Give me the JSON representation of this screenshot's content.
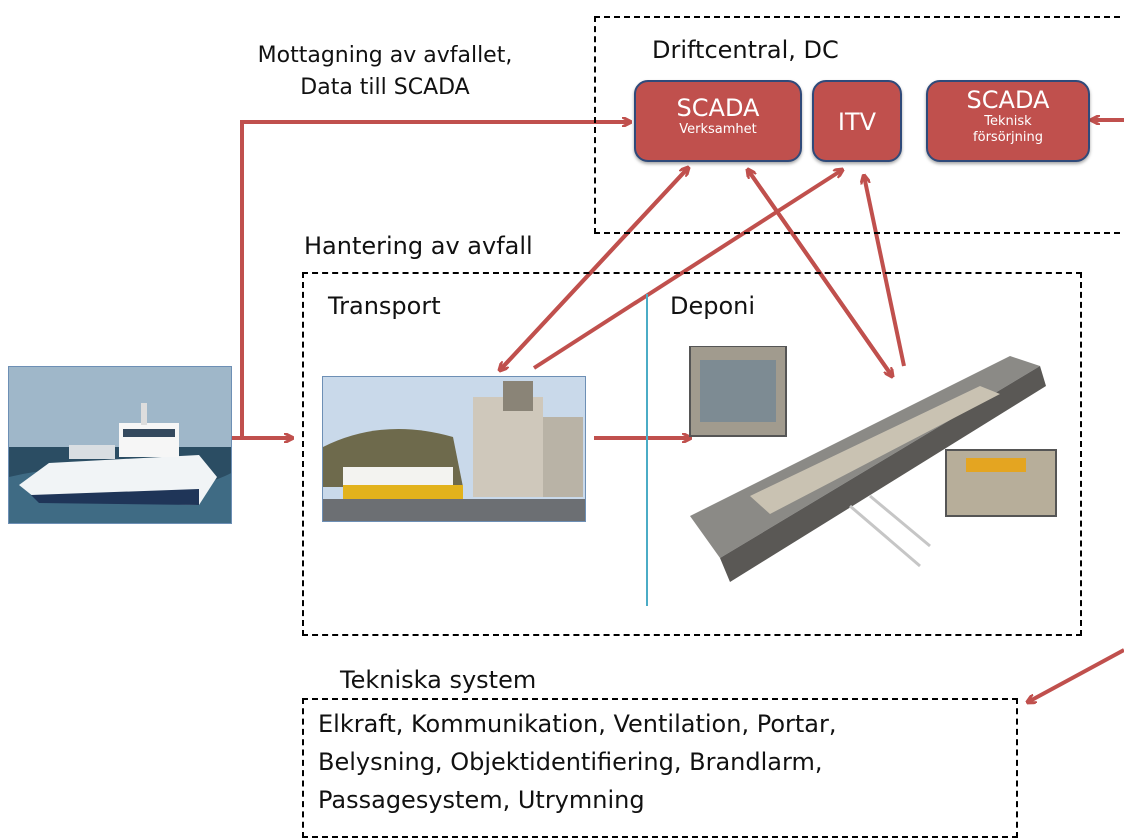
{
  "top_label": {
    "line1": "Mottagning av avfallet,",
    "line2": "Data till SCADA"
  },
  "driftcentral": {
    "title": "Driftcentral, DC",
    "scada_verksamhet": {
      "title": "SCADA",
      "subtitle": "Verksamhet"
    },
    "itv": {
      "title": "ITV"
    },
    "scada_teknisk": {
      "title": "SCADA",
      "subtitle_line1": "Teknisk",
      "subtitle_line2": "försörjning"
    }
  },
  "hantering": {
    "title": "Hantering av avfall",
    "transport": "Transport",
    "deponi": "Deponi"
  },
  "tekniska": {
    "title": "Tekniska system",
    "line1": "Elkraft, Kommunikation, Ventilation, Portar,",
    "line2": "Belysning, Objektidentifiering, Brandlarm,",
    "line3": "Passagesystem, Utrymning"
  },
  "colors": {
    "arrow": "#c0504d",
    "box_fill": "#c0504d",
    "box_border": "#2f4a7a",
    "separator": "#4bacc6"
  }
}
